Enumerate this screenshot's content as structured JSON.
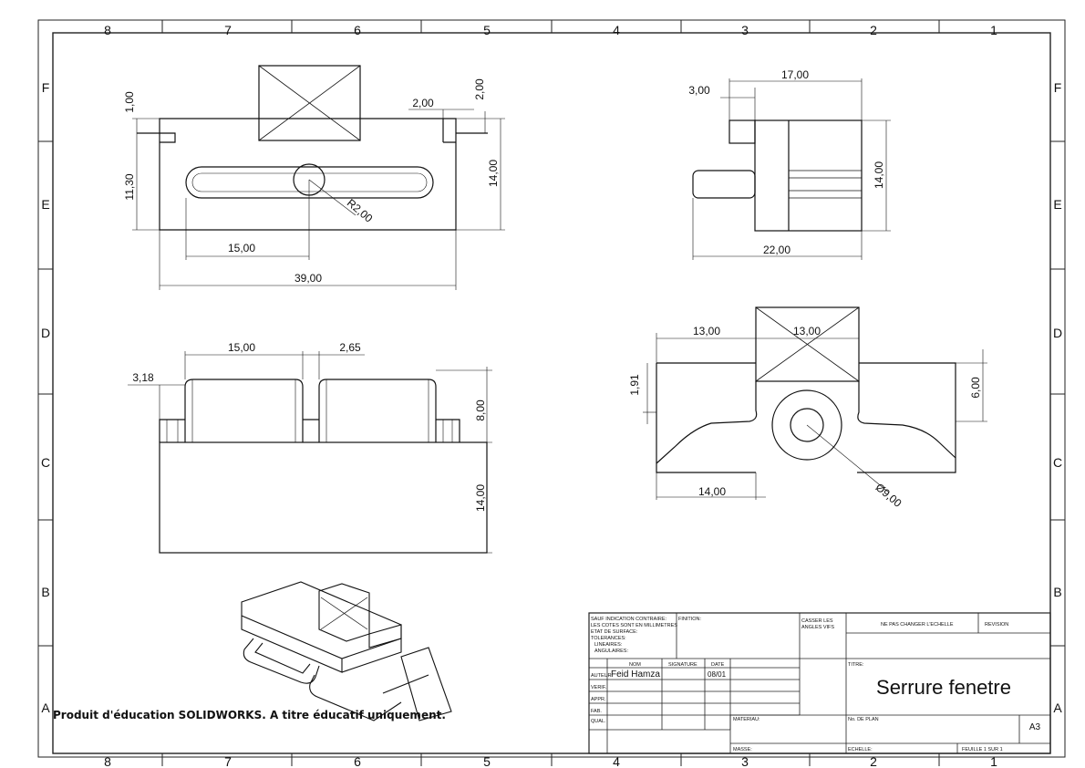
{
  "border": {
    "columns": [
      "8",
      "7",
      "6",
      "5",
      "4",
      "3",
      "2",
      "1"
    ],
    "rows": [
      "F",
      "E",
      "D",
      "C",
      "B",
      "A"
    ]
  },
  "top_view": {
    "dims": {
      "d1": "1,00",
      "d2": "2,00",
      "d3": "2,00",
      "d4": "11,30",
      "d5": "14,00",
      "d6": "R2,00",
      "d7": "15,00",
      "d8": "39,00"
    }
  },
  "side_view": {
    "dims": {
      "d1": "3,00",
      "d2": "17,00",
      "d3": "14,00",
      "d4": "22,00"
    }
  },
  "front_view": {
    "dims": {
      "d1": "3,18",
      "d2": "15,00",
      "d3": "2,65",
      "d4": "8,00",
      "d5": "14,00"
    }
  },
  "right_view": {
    "dims": {
      "d1": "13,00",
      "d2": "13,00",
      "d3": "1,91",
      "d4": "6,00",
      "d5": "14,00",
      "d6": "Ø9,00"
    }
  },
  "watermark": "Produit d'éducation SOLIDWORKS. A titre éducatif uniquement.",
  "title_block": {
    "notes": [
      "SAUF INDICATION CONTRAIRE:",
      "LES COTES SONT EN MILLIMETRES",
      "ETAT DE SURFACE:",
      "TOLERANCES:",
      "LINEAIRES:",
      "ANGULAIRES:"
    ],
    "finition_label": "FINITION:",
    "casser_label": [
      "CASSER LES",
      "ANGLES VIFS"
    ],
    "ne_pas_changer": "NE PAS CHANGER L'ECHELLE",
    "revision_label": "REVISION",
    "col_nom": "NOM",
    "col_signature": "SIGNATURE",
    "col_date": "DATE",
    "titre_label": "TITRE:",
    "rows": [
      {
        "label": "AUTEUR",
        "nom": "Feid Hamza",
        "date": "08/01"
      },
      {
        "label": "VERIF.",
        "nom": "",
        "date": ""
      },
      {
        "label": "APPR.",
        "nom": "",
        "date": ""
      },
      {
        "label": "FAB.",
        "nom": "",
        "date": ""
      },
      {
        "label": "QUAL.",
        "nom": "",
        "date": ""
      }
    ],
    "title": "Serrure fenetre",
    "materiau_label": "MATERIAU:",
    "no_plan_label": "No. DE PLAN",
    "size": "A3",
    "masse_label": "MASSE:",
    "echelle_label": "ECHELLE:",
    "feuille_label": "FEUILLE 1 SUR 1"
  }
}
